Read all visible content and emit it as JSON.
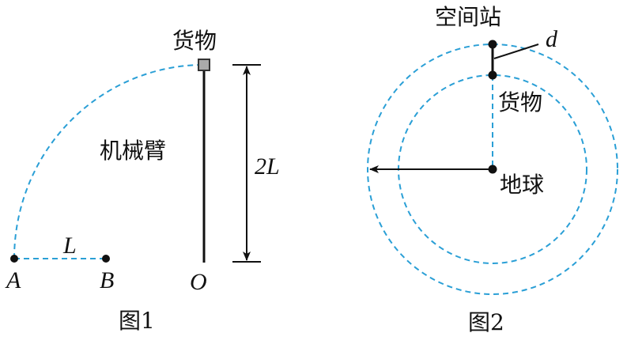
{
  "colors": {
    "dashed": "#2a9fd6",
    "ink": "#111111",
    "cargo_box": "#999999"
  },
  "figure1": {
    "caption": "图1",
    "point_a": "A",
    "point_b": "B",
    "point_o": "O",
    "length_ab": "L",
    "length_arm": "2L",
    "cargo_label": "货物",
    "arm_label": "机械臂"
  },
  "figure2": {
    "caption": "图2",
    "station_label": "空间站",
    "distance_label": "d",
    "cargo_label": "货物",
    "earth_label": "地球"
  }
}
